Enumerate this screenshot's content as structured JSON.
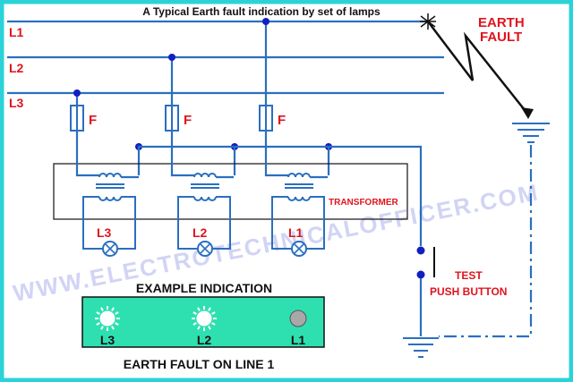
{
  "title": "A Typical Earth fault indication by set of lamps",
  "watermark": "WWW.ELECTROTECHNICALOFFICER.COM",
  "lines": [
    "L1",
    "L2",
    "L3"
  ],
  "fuse_label": "F",
  "transformer_label": "TRANSFORMER",
  "lamp_labels": [
    "L3",
    "L2",
    "L1"
  ],
  "earth_fault_label": [
    "EARTH",
    "FAULT"
  ],
  "test_label": [
    "TEST",
    "PUSH BUTTON"
  ],
  "example": {
    "heading": "EXAMPLE INDICATION",
    "lamps": [
      {
        "label": "L3",
        "state": "on"
      },
      {
        "label": "L2",
        "state": "on"
      },
      {
        "label": "L1",
        "state": "off"
      }
    ],
    "caption": "EARTH FAULT ON LINE 1"
  },
  "colors": {
    "frame": "#2bd3d9",
    "wire": "#2a6fc0",
    "node": "#1020c0",
    "red_text": "#e0141e",
    "panel": "#2ee0b0",
    "watermark": "#c9cdf3"
  }
}
